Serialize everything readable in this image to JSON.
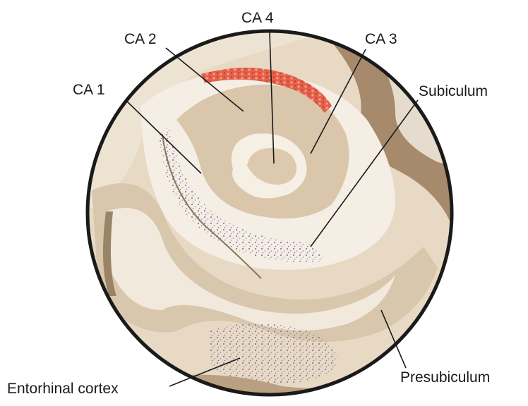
{
  "labels": {
    "ca4": "CA 4",
    "ca2": "CA 2",
    "ca3": "CA 3",
    "ca1": "CA 1",
    "subiculum": "Subiculum",
    "entorhinal": "Entorhinal cortex",
    "presubiculum": "Presubiculum"
  },
  "colors": {
    "tissue_light": "#eadfce",
    "tissue_mid": "#d8c3a8",
    "tissue_dark": "#a88c6c",
    "white_matter": "#f4eee4",
    "vessel_red": "#e0503e",
    "neuron_purple": "#8878a8",
    "outline": "#1a1a1a"
  }
}
